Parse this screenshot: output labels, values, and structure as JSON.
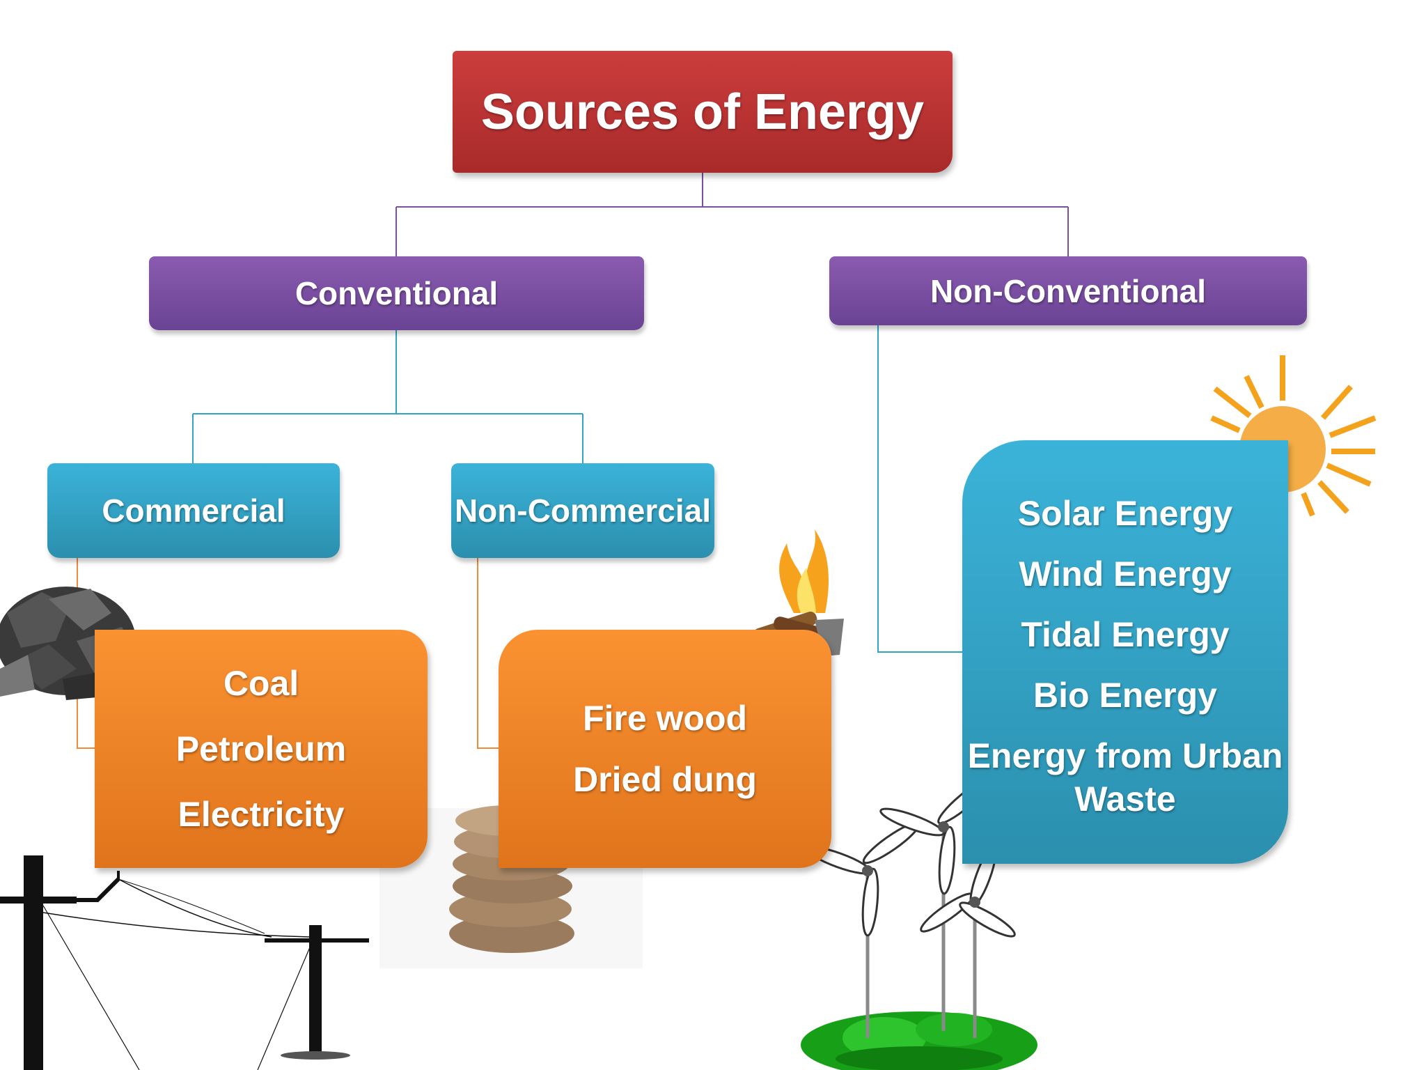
{
  "diagram": {
    "title": "Sources of Energy",
    "conventional": {
      "label": "Conventional",
      "commercial": {
        "label": "Commercial",
        "items": [
          "Coal",
          "Petroleum",
          "Electricity"
        ]
      },
      "non_commercial": {
        "label": "Non-Commercial",
        "items": [
          "Fire wood",
          "Dried dung"
        ]
      }
    },
    "non_conventional": {
      "label": "Non-Conventional",
      "items": [
        "Solar Energy",
        "Wind Energy",
        "Tidal Energy",
        "Bio Energy",
        "Energy from Urban Waste"
      ]
    }
  },
  "colors": {
    "title_red": "#c0393a",
    "level1_purple": "#7a4fa3",
    "level2_blue": "#33a6cc",
    "leaf_orange": "#f58a2a",
    "connector_purple": "#7a4fa3",
    "connector_teal": "#2fa4c7",
    "connector_orange": "#f08a3a"
  },
  "icons": [
    "coal-image",
    "campfire-image",
    "dung-cakes-image",
    "power-lines-image",
    "sun-icon",
    "wind-turbines-image"
  ]
}
